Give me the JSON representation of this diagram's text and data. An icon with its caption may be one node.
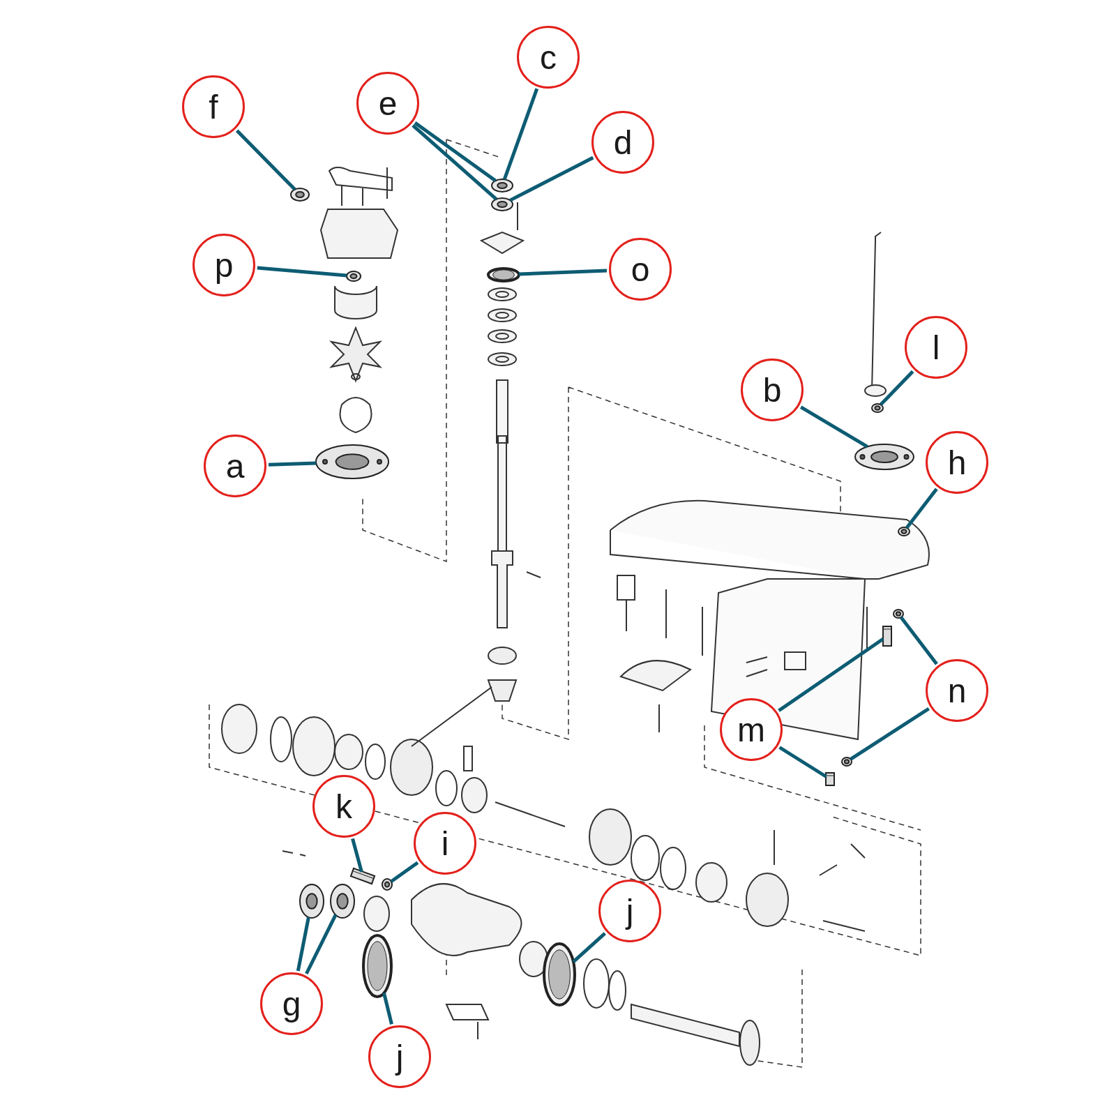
{
  "diagram": {
    "nodes": [
      {
        "text": [
          "c"
        ]
      },
      {
        "text": [
          "e"
        ]
      },
      {
        "text": [
          "f"
        ]
      },
      {
        "text": [
          "d"
        ]
      },
      {
        "text": [
          "p"
        ]
      },
      {
        "text": [
          "o"
        ]
      },
      {
        "text": [
          "l"
        ]
      },
      {
        "text": [
          "b"
        ]
      },
      {
        "text": [
          "a"
        ]
      },
      {
        "text": [
          "h"
        ]
      },
      {
        "text": [
          "n"
        ]
      },
      {
        "text": [
          "m"
        ]
      },
      {
        "text": [
          "k"
        ]
      },
      {
        "text": [
          "i"
        ]
      },
      {
        "text": [
          "j"
        ]
      },
      {
        "text": [
          "g"
        ]
      },
      {
        "text": [
          "j"
        ]
      },
      {
        "text": [],
        "shape": "circle"
      },
      {
        "text": [],
        "shape": "circle"
      },
      {
        "text": [],
        "shape": "circle"
      },
      {
        "text": [],
        "shape": "circle"
      },
      {
        "text": [],
        "shape": "circle"
      },
      {
        "text": [],
        "shape": "picture"
      },
      {
        "text": [],
        "shape": "circle"
      },
      {
        "text": [],
        "shape": "picture"
      },
      {
        "text": [],
        "shape": "circle"
      },
      {
        "text": [],
        "shape": "circle"
      },
      {
        "text": [],
        "shape": "box"
      },
      {
        "text": [],
        "shape": "circle"
      },
      {
        "text": [],
        "shape": "box"
      },
      {
        "text": [],
        "shape": "box"
      },
      {
        "text": [],
        "shape": "circle"
      },
      {
        "text": [],
        "shape": "circle"
      },
      {
        "text": [],
        "shape": "circle"
      },
      {
        "text": [],
        "shape": "circle"
      },
      {
        "text": [],
        "shape": "circle"
      }
    ],
    "edges": [
      {
        "from": 0,
        "to": 18,
        "arrow": "none"
      },
      {
        "from": 1,
        "to": 18,
        "arrow": "none"
      },
      {
        "from": 1,
        "to": 19,
        "arrow": "none"
      },
      {
        "from": 2,
        "to": 17,
        "arrow": "none"
      },
      {
        "from": 3,
        "to": 19,
        "arrow": "none"
      },
      {
        "from": 4,
        "to": 20,
        "arrow": "none"
      },
      {
        "from": 5,
        "to": 21,
        "arrow": "none"
      },
      {
        "from": 6,
        "to": 23,
        "arrow": "none"
      },
      {
        "from": 7,
        "to": 24,
        "arrow": "none"
      },
      {
        "from": 8,
        "to": 22,
        "arrow": "none"
      },
      {
        "from": 9,
        "to": 25,
        "arrow": "none"
      },
      {
        "from": 10,
        "to": 26,
        "arrow": "none"
      },
      {
        "from": 10,
        "to": 28,
        "arrow": "none"
      },
      {
        "from": 11,
        "to": 27,
        "arrow": "none"
      },
      {
        "from": 11,
        "to": 29,
        "arrow": "none"
      },
      {
        "from": 12,
        "to": 30,
        "arrow": "none"
      },
      {
        "from": 13,
        "to": 31,
        "arrow": "none"
      },
      {
        "from": 14,
        "to": 32,
        "arrow": "none"
      },
      {
        "from": 15,
        "to": 34,
        "arrow": "none"
      },
      {
        "from": 15,
        "to": 35,
        "arrow": "none"
      },
      {
        "from": 16,
        "to": 33,
        "arrow": "none"
      }
    ]
  }
}
